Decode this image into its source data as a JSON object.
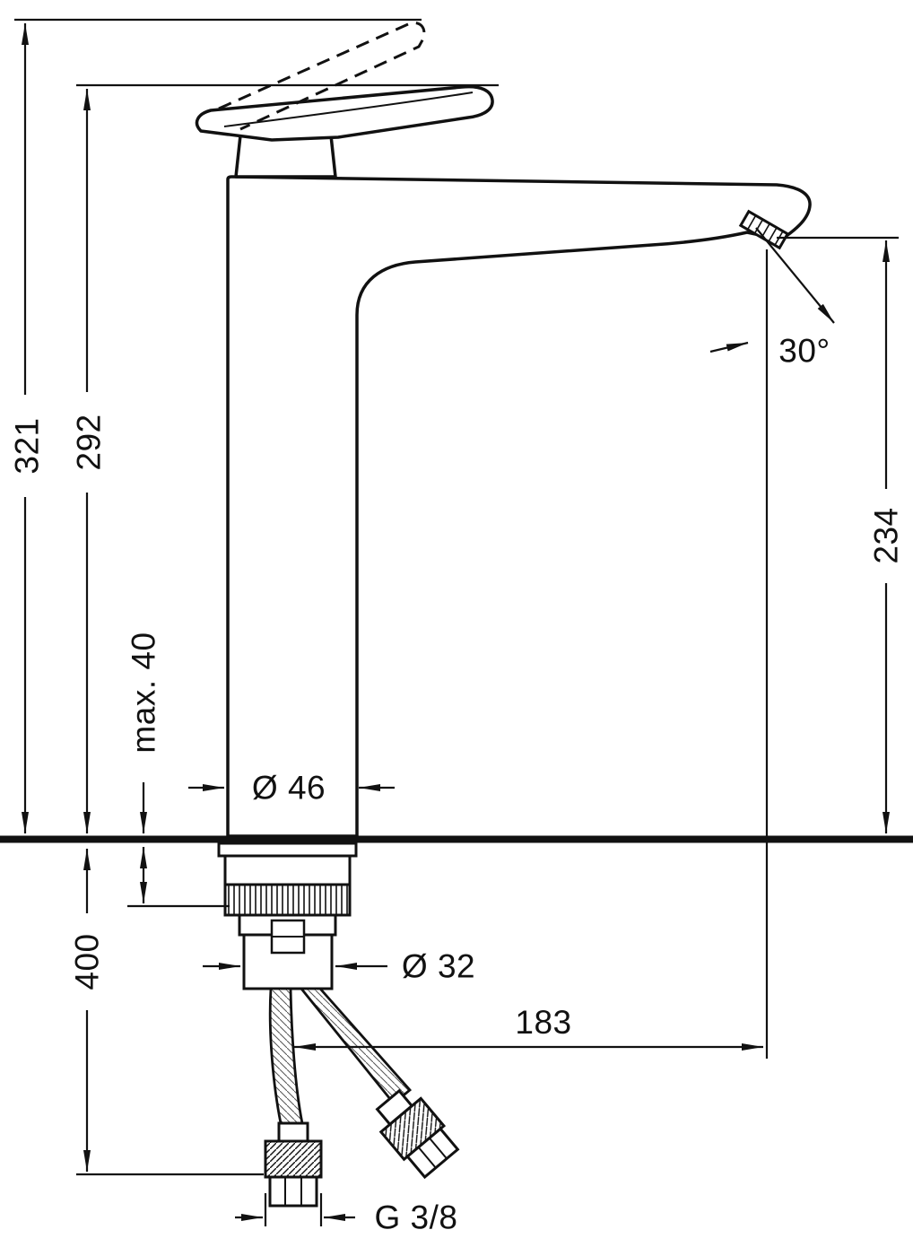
{
  "drawing": {
    "labels": {
      "total_height": "321",
      "handle_height": "292",
      "outlet_height": "234",
      "max_counter_thickness": "max. 40",
      "body_diameter": "Ø 46",
      "spray_angle": "30°",
      "install_depth": "400",
      "shank_diameter": "Ø 32",
      "spout_reach": "183",
      "hose_thread": "G 3/8"
    },
    "colors": {
      "line": "#111111",
      "background": "#ffffff"
    }
  }
}
